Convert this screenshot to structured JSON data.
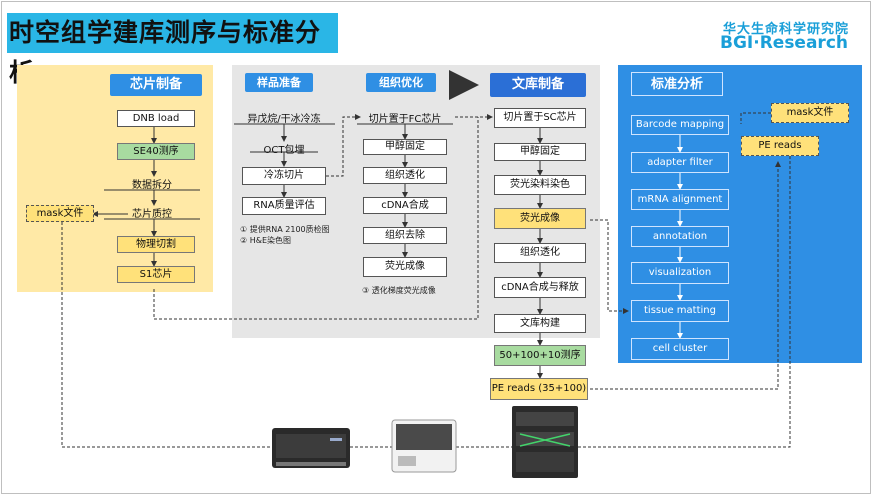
{
  "title": "时空组学建库测序与标准分析",
  "logo": {
    "cn": "华大生命科学研究院",
    "en": "BGI·Research"
  },
  "chip_panel": {
    "header": "芯片制备",
    "steps": [
      "DNB load",
      "SE40测序",
      "数据拆分",
      "芯片质控",
      "物理切割",
      "S1芯片"
    ],
    "mask": "mask文件"
  },
  "sample_panel": {
    "header": "样品准备",
    "steps": [
      "异戊烷/干冰冷冻",
      "OCT包埋",
      "冷冻切片",
      "RNA质量评估"
    ],
    "notes": [
      "① 提供RNA 2100质检图",
      "② H&E染色图"
    ]
  },
  "tissue_panel": {
    "header": "组织优化",
    "steps": [
      "切片置于FC芯片",
      "甲醇固定",
      "组织透化",
      "cDNA合成",
      "组织去除",
      "荧光成像"
    ],
    "note": "③ 透化梯度荧光成像"
  },
  "library_panel": {
    "header": "文库制备",
    "steps": [
      "切片置于SC芯片",
      "甲醇固定",
      "荧光染料染色",
      "荧光成像",
      "组织透化",
      "cDNA合成与释放",
      "文库构建",
      "50+100+10测序",
      "PE reads (35+100)"
    ]
  },
  "analysis_panel": {
    "header": "标准分析",
    "steps": [
      "Barcode mapping",
      "adapter filter",
      "mRNA alignment",
      "annotation",
      "visualization",
      "tissue matting",
      "cell cluster"
    ],
    "mask": "mask文件",
    "pe": "PE reads"
  },
  "colors": {
    "banner": "#2ab6e6",
    "analysis": "#2f8fe4",
    "chip": "#ffe9a6",
    "prep": "#e6e6e6",
    "green": "#a8dba0",
    "yellow": "#ffe17a"
  }
}
